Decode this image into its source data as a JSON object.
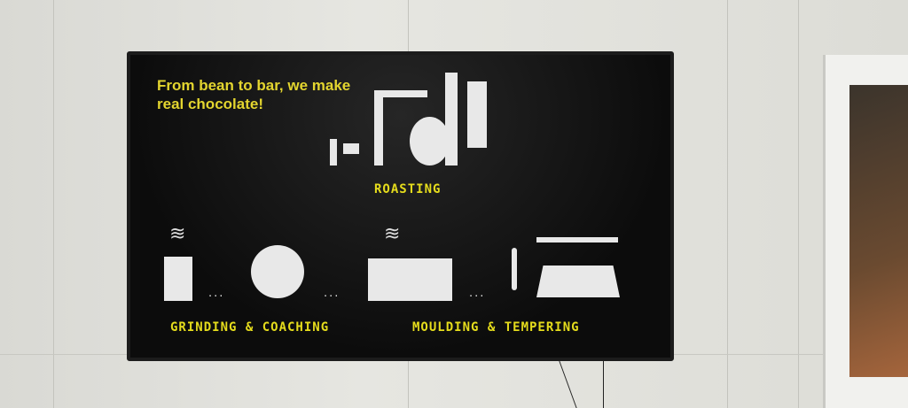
{
  "screen": {
    "headline": "From bean to bar, we make real chocolate!",
    "steps": [
      {
        "label": "ROASTING"
      },
      {
        "label": "GRINDING & COACHING"
      },
      {
        "label": "MOULDING & TEMPERING"
      }
    ],
    "ellipsis": "...",
    "text_color": "#e5dc1c"
  }
}
